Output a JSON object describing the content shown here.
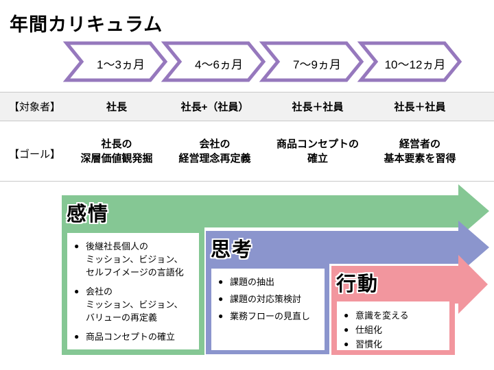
{
  "title": "年間カリキュラム",
  "colors": {
    "chevron_border": "#9678BD",
    "chevron_fill": "#FFFFFF",
    "row_background": "#F1F1F1",
    "row_border": "#C8C8C8",
    "emotion_green": "#85C794",
    "thinking_blue": "#8B95CD",
    "action_pink": "#F2969E"
  },
  "timeline": {
    "phases": [
      {
        "label": "1〜3ヵ月"
      },
      {
        "label": "4〜6ヵ月"
      },
      {
        "label": "7〜9ヵ月"
      },
      {
        "label": "10〜12ヵ月"
      }
    ]
  },
  "rows": {
    "target": {
      "label": "【対象者】",
      "values": [
        "社長",
        "社長+（社員）",
        "社長＋社員",
        "社長＋社員"
      ]
    },
    "goal": {
      "label": "【ゴール】",
      "values": [
        "社長の\n深層価値観発掘",
        "会社の\n経営理念再定義",
        "商品コンセプトの\n確立",
        "経営者の\n基本要素を習得"
      ]
    }
  },
  "sections": [
    {
      "title": "感情",
      "color": "#85C794",
      "items": [
        "後継社長個人の\nミッション、ビジョン、\nセルフイメージの言語化",
        "会社の\nミッション、ビジョン、\nバリューの再定義",
        "商品コンセプトの確立"
      ]
    },
    {
      "title": "思考",
      "color": "#8B95CD",
      "items": [
        "課題の抽出",
        "課題の対応策検討",
        "業務フローの見直し"
      ]
    },
    {
      "title": "行動",
      "color": "#F2969E",
      "items": [
        "意識を変える",
        "仕組化",
        "習慣化"
      ]
    }
  ],
  "bullet_glyph": "●"
}
